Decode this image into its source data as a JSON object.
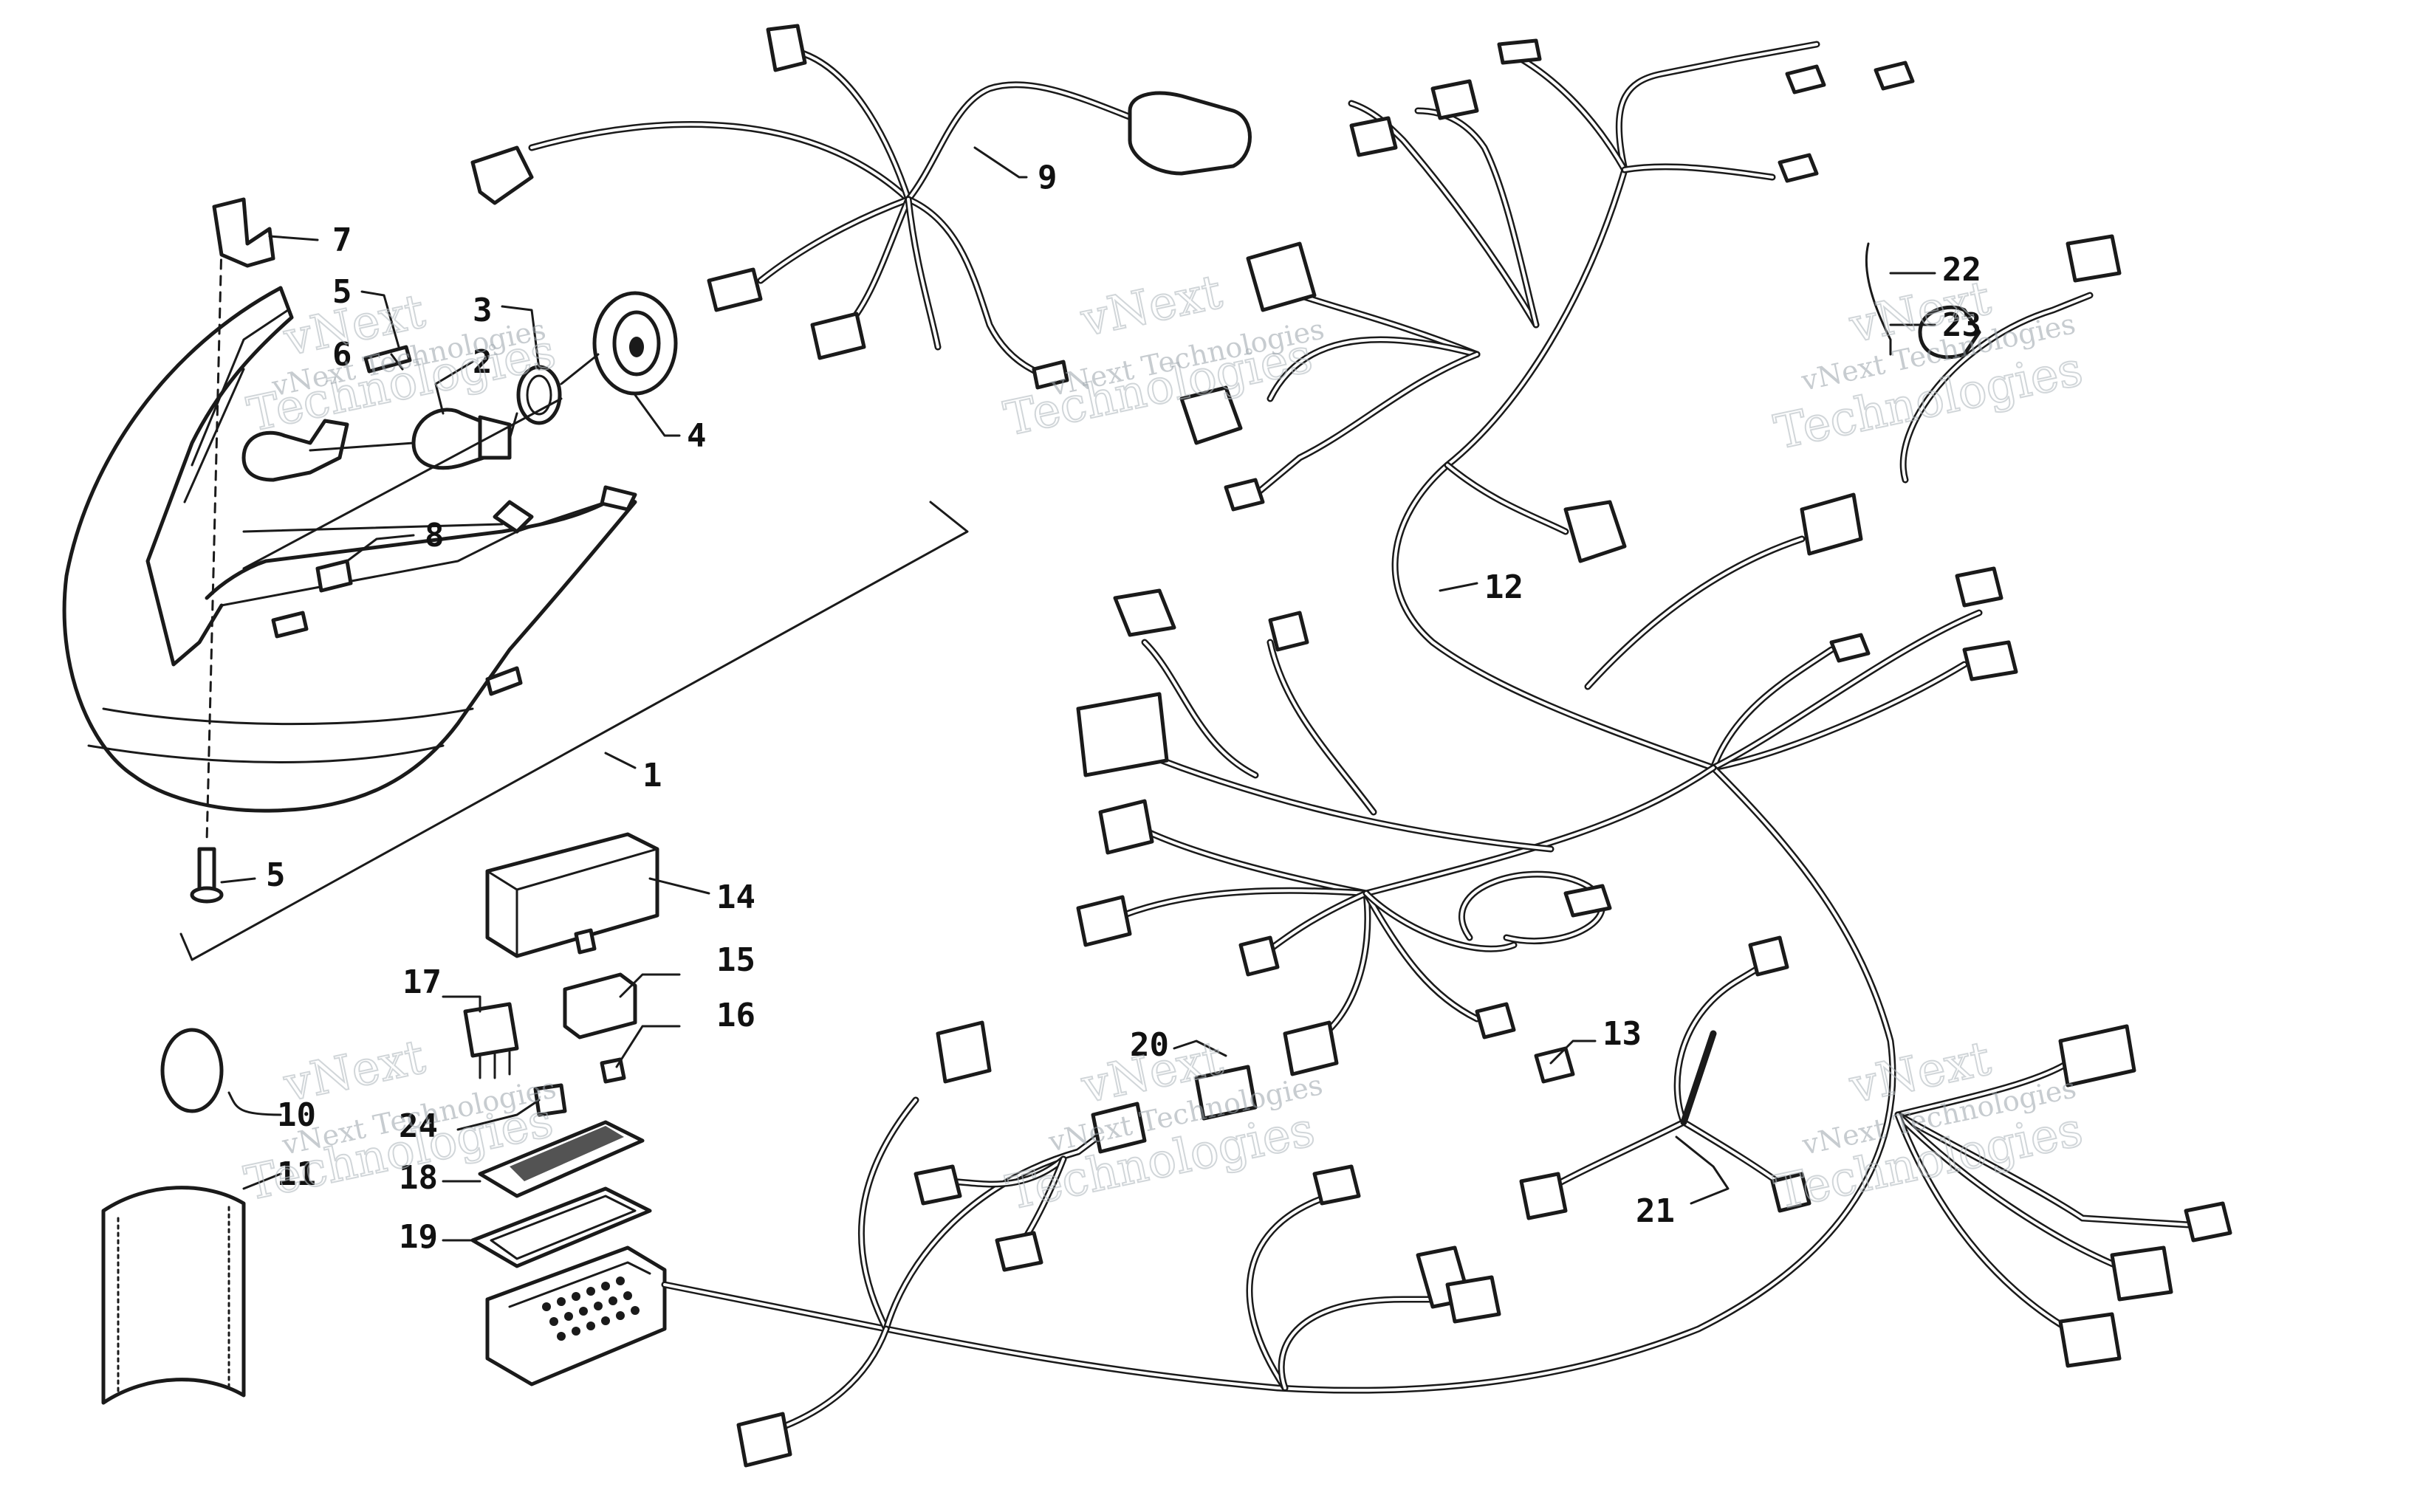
{
  "watermark": {
    "small_text": "vNext Technologies",
    "line1": "vNext",
    "line2": "Technologies"
  },
  "callouts": {
    "c1": "1",
    "c2": "2",
    "c3": "3",
    "c4": "4",
    "c5a": "5",
    "c5b": "5",
    "c6": "6",
    "c7": "7",
    "c8": "8",
    "c9": "9",
    "c10": "10",
    "c11": "11",
    "c12": "12",
    "c13": "13",
    "c14": "14",
    "c15": "15",
    "c16": "16",
    "c17": "17",
    "c18": "18",
    "c19": "19",
    "c20": "20",
    "c21": "21",
    "c22": "22",
    "c23": "23",
    "c24": "24"
  }
}
